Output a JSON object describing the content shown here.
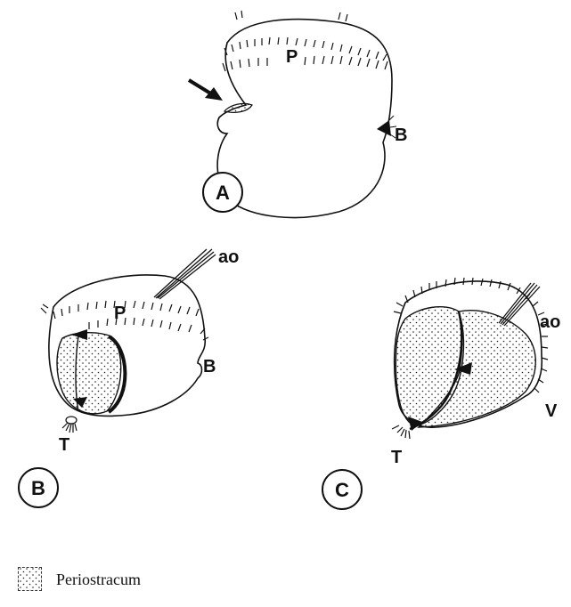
{
  "panels": [
    {
      "letter": "A",
      "labels": {
        "plate": "P",
        "blastopore": "B"
      }
    },
    {
      "letter": "B",
      "labels": {
        "plate": "P",
        "blastopore": "B",
        "tuft": "T",
        "apical": "ao"
      }
    },
    {
      "letter": "C",
      "labels": {
        "tuft": "T",
        "apical": "ao",
        "velum": "V"
      }
    }
  ],
  "legend": {
    "label": "Periostracum"
  }
}
